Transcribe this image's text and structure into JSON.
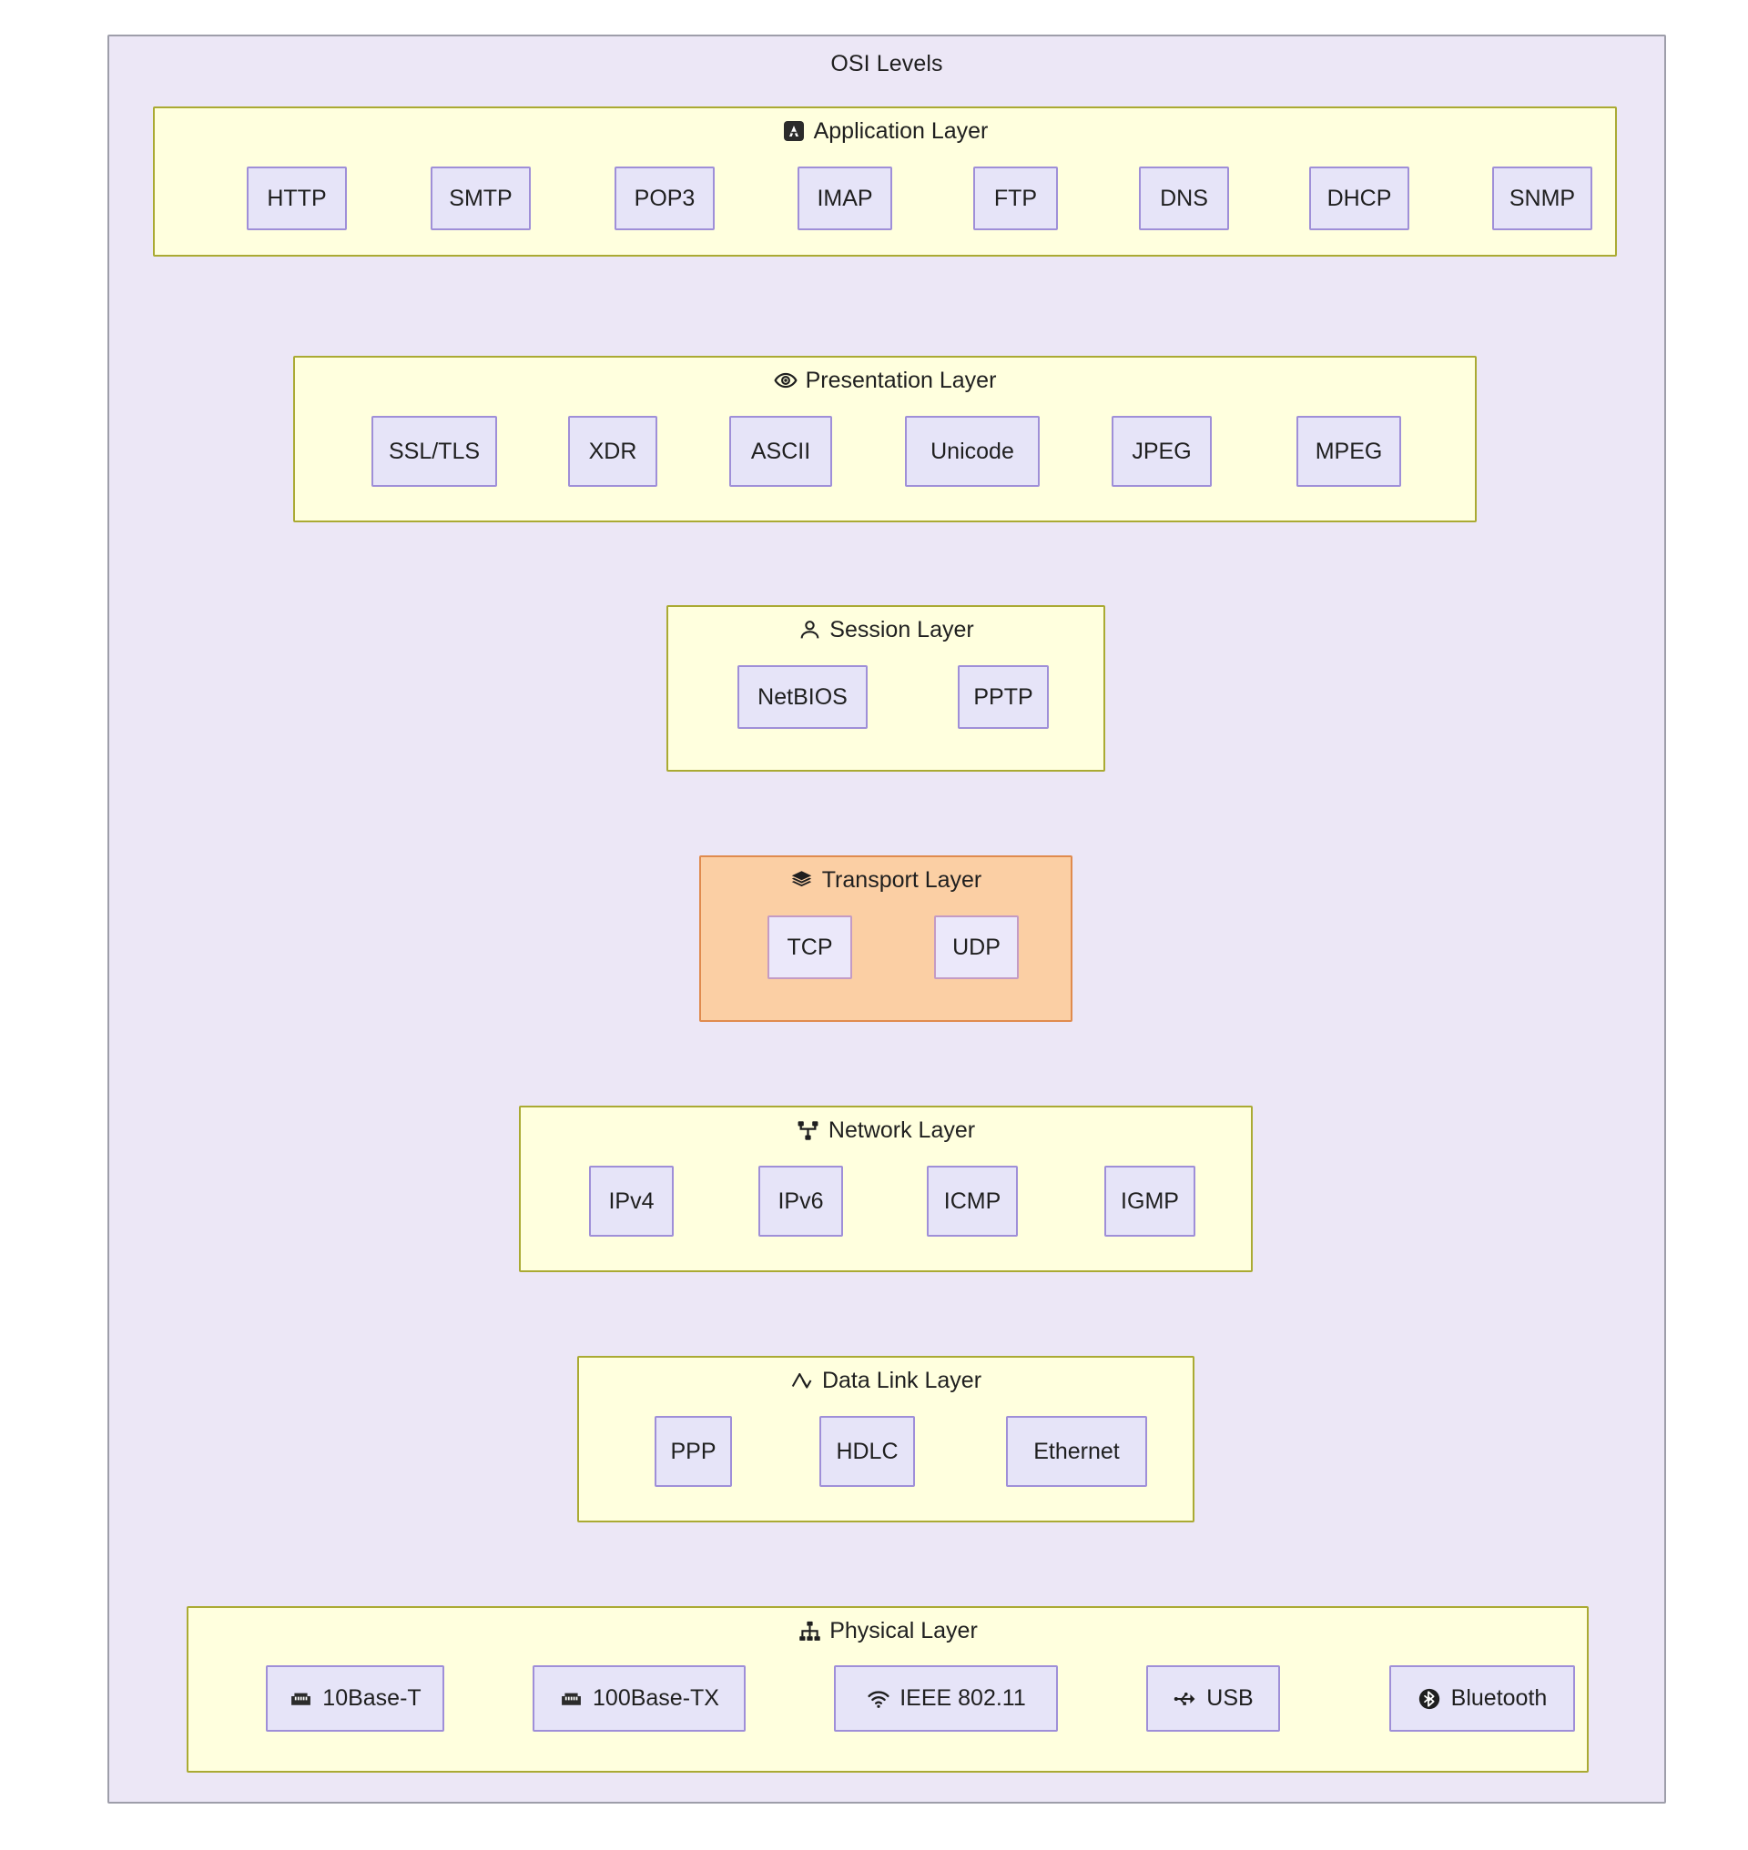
{
  "diagram": {
    "title": "OSI Levels",
    "colors": {
      "outer_bg": "#ece7f6",
      "outer_border": "#9e9eaa",
      "layer_bg": "#ffffde",
      "layer_border": "#aaaa33",
      "transport_bg": "#fbcfa4",
      "transport_border": "#e08b4e",
      "node_bg": "#e6e4f8",
      "node_border": "#9f8fd8",
      "text": "#1f1f1f"
    }
  },
  "layers": [
    {
      "id": "application",
      "label": "Application Layer",
      "icon": "app-badge-icon",
      "nodes": [
        {
          "label": "HTTP",
          "icon": null
        },
        {
          "label": "SMTP",
          "icon": null
        },
        {
          "label": "POP3",
          "icon": null
        },
        {
          "label": "IMAP",
          "icon": null
        },
        {
          "label": "FTP",
          "icon": null
        },
        {
          "label": "DNS",
          "icon": null
        },
        {
          "label": "DHCP",
          "icon": null
        },
        {
          "label": "SNMP",
          "icon": null
        }
      ]
    },
    {
      "id": "presentation",
      "label": "Presentation Layer",
      "icon": "eye-icon",
      "nodes": [
        {
          "label": "SSL/TLS",
          "icon": null
        },
        {
          "label": "XDR",
          "icon": null
        },
        {
          "label": "ASCII",
          "icon": null
        },
        {
          "label": "Unicode",
          "icon": null
        },
        {
          "label": "JPEG",
          "icon": null
        },
        {
          "label": "MPEG",
          "icon": null
        }
      ]
    },
    {
      "id": "session",
      "label": "Session Layer",
      "icon": "person-icon",
      "nodes": [
        {
          "label": "NetBIOS",
          "icon": null
        },
        {
          "label": "PPTP",
          "icon": null
        }
      ]
    },
    {
      "id": "transport",
      "label": "Transport Layer",
      "icon": "stack-layers-icon",
      "nodes": [
        {
          "label": "TCP",
          "icon": null
        },
        {
          "label": "UDP",
          "icon": null
        }
      ]
    },
    {
      "id": "network",
      "label": "Network Layer",
      "icon": "network-nodes-icon",
      "nodes": [
        {
          "label": "IPv4",
          "icon": null
        },
        {
          "label": "IPv6",
          "icon": null
        },
        {
          "label": "ICMP",
          "icon": null
        },
        {
          "label": "IGMP",
          "icon": null
        }
      ]
    },
    {
      "id": "datalink",
      "label": "Data Link Layer",
      "icon": "peak-chevron-icon",
      "nodes": [
        {
          "label": "PPP",
          "icon": null
        },
        {
          "label": "HDLC",
          "icon": null
        },
        {
          "label": "Ethernet",
          "icon": null
        }
      ]
    },
    {
      "id": "physical",
      "label": "Physical Layer",
      "icon": "sitemap-icon",
      "nodes": [
        {
          "label": "10Base-T",
          "icon": "ethernet-port-icon"
        },
        {
          "label": "100Base-TX",
          "icon": "ethernet-port-icon"
        },
        {
          "label": "IEEE 802.11",
          "icon": "wifi-icon"
        },
        {
          "label": "USB",
          "icon": "usb-icon"
        },
        {
          "label": "Bluetooth",
          "icon": "bluetooth-icon"
        }
      ]
    }
  ]
}
